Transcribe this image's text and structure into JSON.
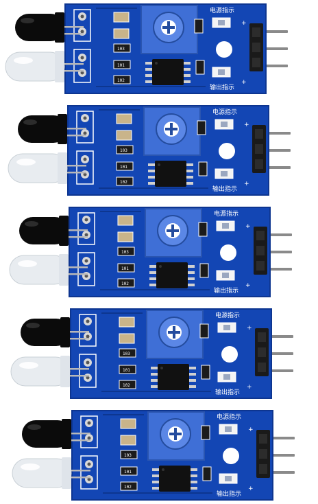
{
  "photo": {
    "module_count": 5,
    "colors": {
      "pcb": "#1346b4",
      "pcb_dark": "#0d3590",
      "pot_body": "#3f6fd6",
      "ic": "#111111",
      "pins": "#1a1a1a",
      "led_dark": "#0b0b0b",
      "led_clear": "#e8ecf0",
      "silkscreen": "#ffffff"
    },
    "labels": {
      "power_indicator": "电源指示",
      "output_indicator": "输出指示",
      "resistor_codes": [
        "103",
        "101",
        "102"
      ]
    }
  }
}
